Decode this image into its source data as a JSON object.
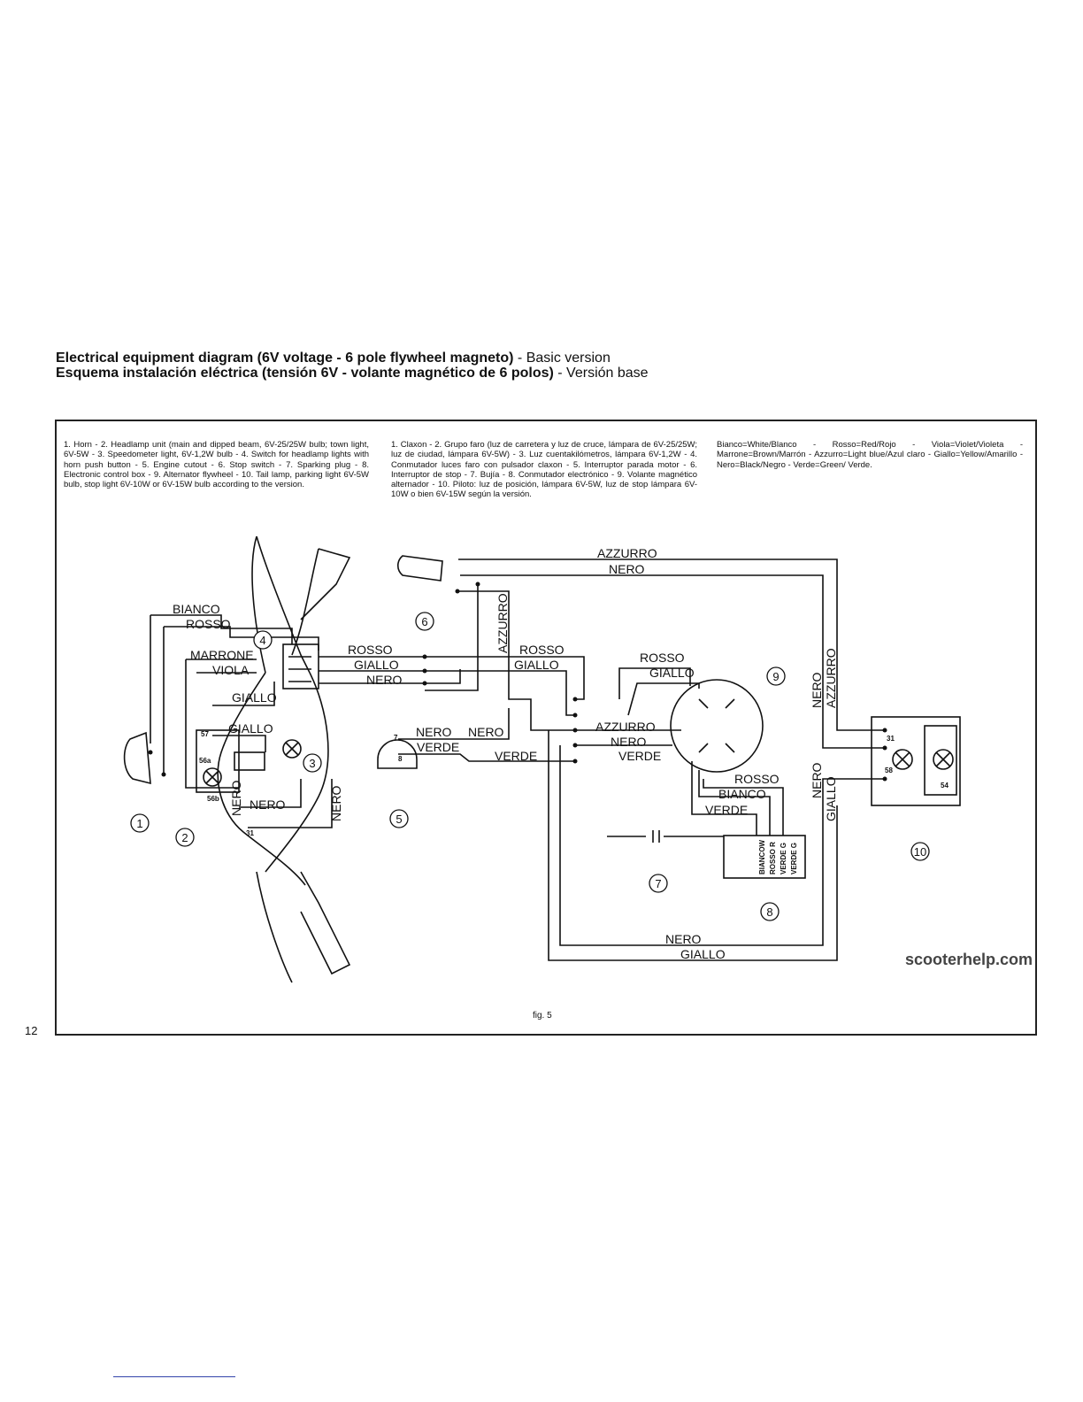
{
  "header": {
    "title_en_bold": "Electrical equipment diagram (6V voltage - 6 pole flywheel magneto)",
    "title_en_rest": " - Basic version",
    "title_es_bold": "Esquema instalación eléctrica (tensión 6V - volante magnético de 6 polos)",
    "title_es_rest": " - Versión base"
  },
  "legend": {
    "english": "1. Horn - 2. Headlamp unit (main and dipped beam, 6V-25/25W bulb; town light, 6V-5W - 3. Speedometer light, 6V-1,2W bulb - 4. Switch for headlamp lights with horn push button - 5. Engine cutout - 6. Stop switch - 7. Sparking plug - 8. Electronic control box - 9. Alternator flywheel - 10. Tail lamp, parking light 6V-5W bulb, stop light 6V-10W or 6V-15W bulb according to the version.",
    "spanish": "1. Claxon - 2. Grupo faro (luz de carretera y luz de cruce, lámpara de 6V-25/25W; luz de ciudad, lámpara 6V-5W) - 3. Luz cuentakilómetros, lámpara 6V-1,2W - 4. Conmutador luces faro con pulsador claxon - 5. Interruptor parada motor - 6. Interruptor de stop - 7. Bujía - 8. Conmutador electrónico - 9. Volante magnético alternador - 10. Piloto: luz de posición, lámpara 6V-5W, luz de stop lámpara 6V-10W o bien 6V-15W según la versión.",
    "colors": "Bianco=White/Blanco - Rosso=Red/Rojo - Viola=Violet/Violeta - Marrone=Brown/Marrón - Azzurro=Light blue/Azul claro - Giallo=Yellow/Amarillo - Nero=Black/Negro - Verde=Green/ Verde."
  },
  "wires": {
    "azzurro": "AZZURRO",
    "nero": "NERO",
    "bianco": "BIANCO",
    "rosso": "ROSSO",
    "marrone": "MARRONE",
    "viola": "VIOLA",
    "giallo": "GIALLO",
    "verde": "VERDE",
    "biancow": "BIANCOW",
    "rosso_r": "ROSSO R",
    "verde_g": "VERDE G"
  },
  "components": [
    "1",
    "2",
    "3",
    "4",
    "5",
    "6",
    "7",
    "8",
    "9",
    "10"
  ],
  "terminals": {
    "t57": "57",
    "t56a": "56a",
    "t56b": "56b",
    "t31": "31",
    "t7": "7",
    "t8": "8",
    "t58": "58",
    "t54": "54"
  },
  "figure_label": "fig. 5",
  "page_number": "12",
  "watermark": "scooterhelp.com"
}
